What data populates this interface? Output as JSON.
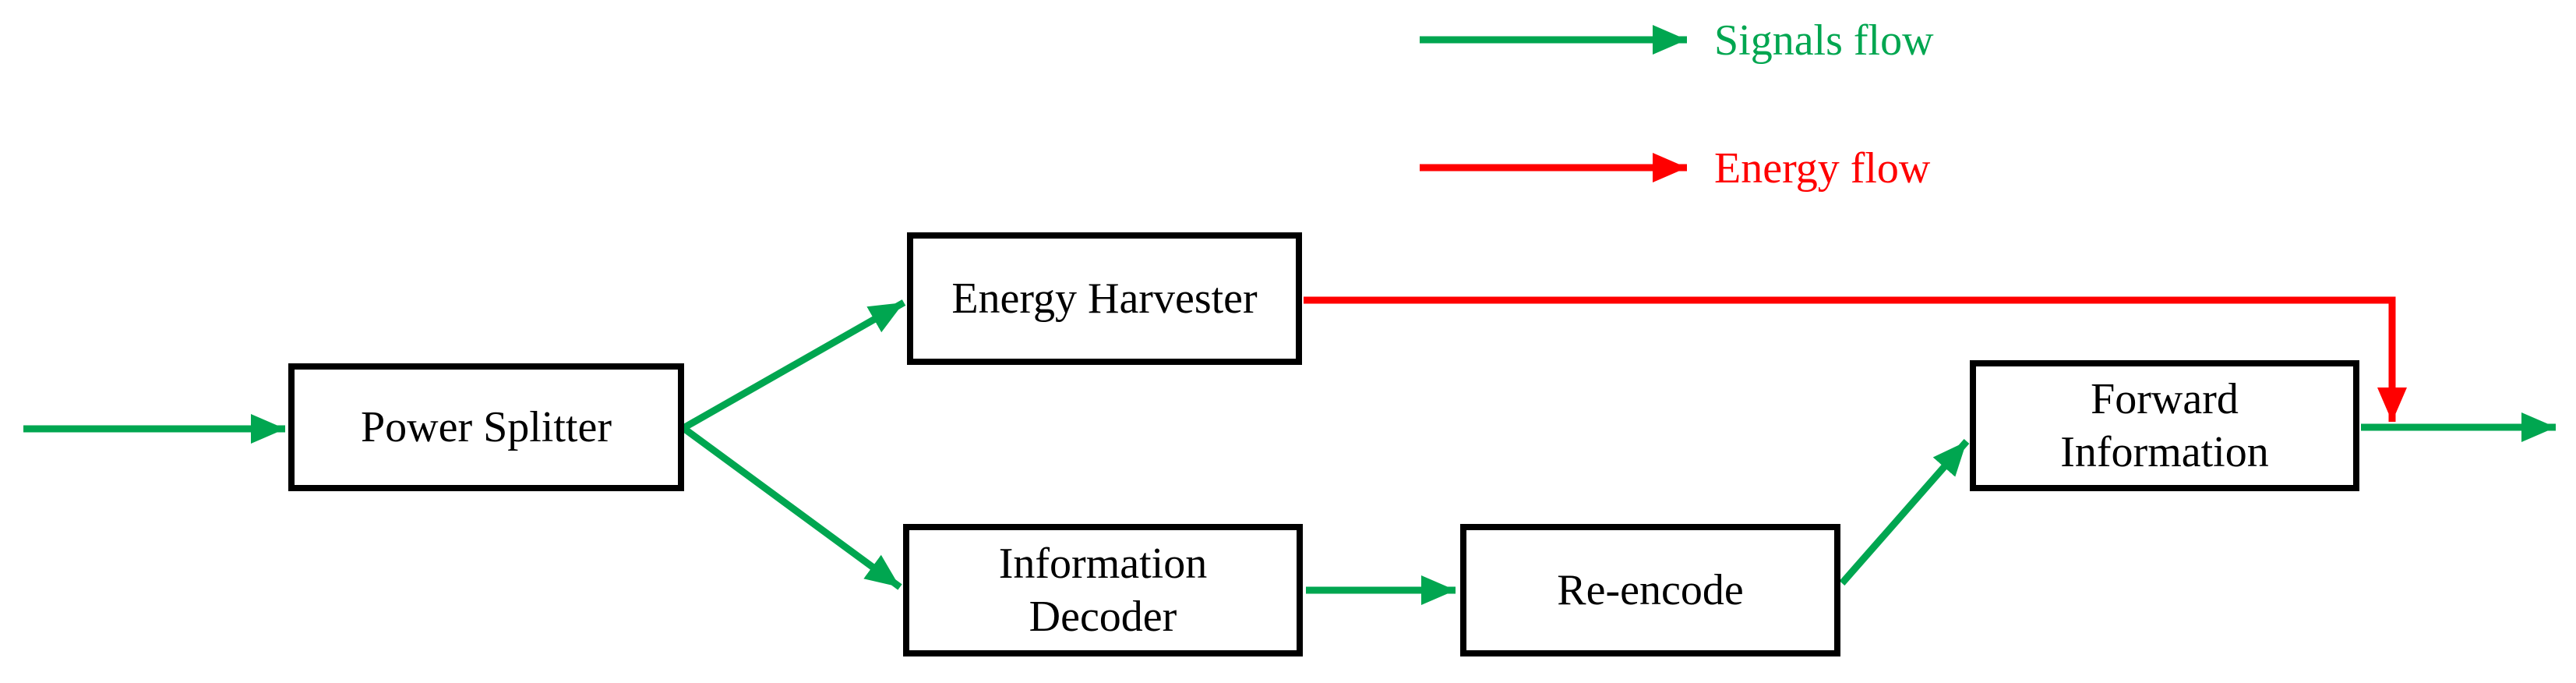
{
  "diagram": {
    "kind": "block-flow-diagram",
    "background": "#ffffff"
  },
  "colors": {
    "signal": "#00A650",
    "energy": "#FF0000",
    "box_border": "#000000",
    "box_text": "#000000"
  },
  "legend": {
    "items": [
      {
        "id": "signals",
        "label": "Signals flow",
        "color": "#00A650"
      },
      {
        "id": "energy",
        "label": "Energy flow",
        "color": "#FF0000"
      }
    ]
  },
  "nodes": {
    "power_splitter": {
      "label": "Power Splitter"
    },
    "energy_harvester": {
      "label": "Energy Harvester"
    },
    "information_decoder": {
      "label": "Information\nDecoder"
    },
    "re_encode": {
      "label": "Re-encode"
    },
    "forward_information": {
      "label": "Forward\nInformation"
    }
  },
  "edges": [
    {
      "from": "input",
      "to": "power_splitter",
      "type": "signal"
    },
    {
      "from": "power_splitter",
      "to": "energy_harvester",
      "type": "signal"
    },
    {
      "from": "power_splitter",
      "to": "information_decoder",
      "type": "signal"
    },
    {
      "from": "information_decoder",
      "to": "re_encode",
      "type": "signal"
    },
    {
      "from": "re_encode",
      "to": "forward_information",
      "type": "signal"
    },
    {
      "from": "forward_information",
      "to": "output",
      "type": "signal"
    },
    {
      "from": "energy_harvester",
      "to": "output-junction",
      "type": "energy"
    }
  ]
}
